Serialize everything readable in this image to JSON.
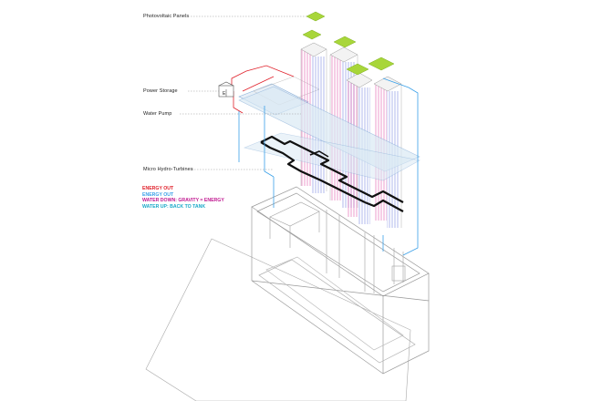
{
  "labels": {
    "photovoltaic_panels": "Photovoltaic Panels",
    "power_storage": "Power Storage",
    "water_pump": "Water Pump",
    "micro_hydro_turbines": "Micro Hydro-Turbines"
  },
  "legend": [
    {
      "text": "ENERGY OUT",
      "color": "#e0202a"
    },
    {
      "text": "ENERGY OUT",
      "color": "#3aa0e8"
    },
    {
      "text": "WATER DOWN: GRAVITY = ENERGY",
      "color": "#c01890"
    },
    {
      "text": "WATER UP: BACK TO TANK",
      "color": "#18a8c8"
    }
  ],
  "colors": {
    "panel_green": "#a8d63a",
    "energy_red": "#e0202a",
    "water_magenta": "#d0208a",
    "water_blue": "#3aa0e8",
    "platform_fill": "#dbeaf5",
    "pipe_black": "#111111",
    "outline": "#9a9a9a"
  }
}
